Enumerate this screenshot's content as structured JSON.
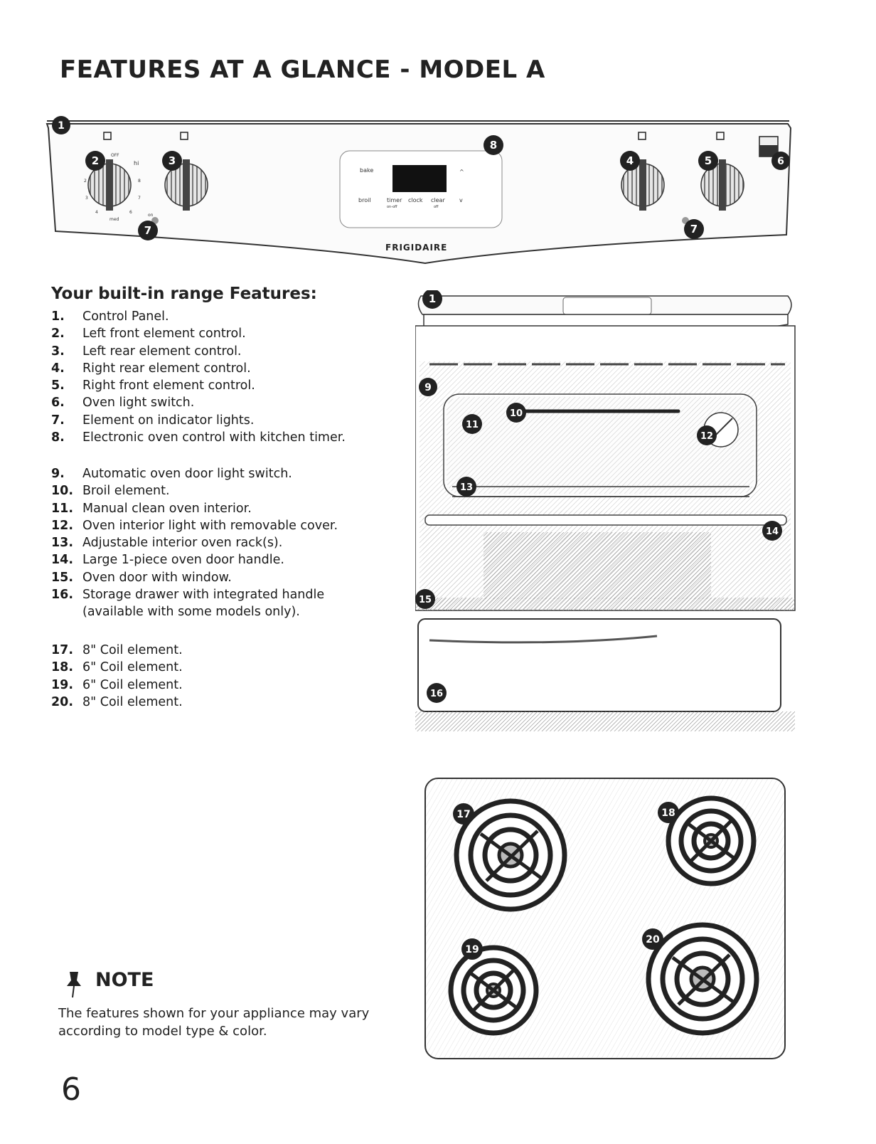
{
  "page": {
    "title": "FEATURES AT A GLANCE - MODEL A",
    "page_number": "6"
  },
  "control_panel": {
    "brand": "FRIGIDAIRE",
    "display_buttons": [
      "bake",
      "broil",
      "timer",
      "clock",
      "clear"
    ],
    "timer_sub": "on-off",
    "clear_sub": "off",
    "arrows": [
      "^",
      "v"
    ],
    "knob_labels": {
      "off": "OFF",
      "hi": "hi",
      "med": "med",
      "on": "on"
    },
    "knob_numbers": [
      "2",
      "3",
      "4",
      "6",
      "7",
      "8"
    ],
    "badges": [
      "1",
      "2",
      "3",
      "4",
      "5",
      "6",
      "7",
      "7",
      "8"
    ]
  },
  "features": {
    "heading": "Your built-in range Features:",
    "group1": [
      {
        "num": "1.",
        "text": "Control Panel."
      },
      {
        "num": "2.",
        "text": "Left front element control."
      },
      {
        "num": "3.",
        "text": "Left rear element control."
      },
      {
        "num": "4.",
        "text": "Right rear element control."
      },
      {
        "num": "5.",
        "text": "Right front element control."
      },
      {
        "num": "6.",
        "text": "Oven light switch."
      },
      {
        "num": "7.",
        "text": "Element on indicator lights."
      },
      {
        "num": "8.",
        "text": "Electronic oven control with kitchen timer."
      }
    ],
    "group2": [
      {
        "num": "9.",
        "text": "Automatic oven door light switch."
      },
      {
        "num": "10.",
        "text": "Broil element."
      },
      {
        "num": "11.",
        "text": "Manual clean oven interior."
      },
      {
        "num": "12.",
        "text": "Oven interior light with removable cover."
      },
      {
        "num": "13.",
        "text": "Adjustable interior oven rack(s)."
      },
      {
        "num": "14.",
        "text": "Large 1-piece oven door handle."
      },
      {
        "num": "15.",
        "text": "Oven door with window."
      },
      {
        "num": "16.",
        "text": "Storage drawer with integrated handle"
      },
      {
        "num": "",
        "text": "(available with some models only)."
      }
    ],
    "group3": [
      {
        "num": "17.",
        "text": "8\" Coil element."
      },
      {
        "num": "18.",
        "text": "6\" Coil element."
      },
      {
        "num": "19.",
        "text": "6\" Coil element."
      },
      {
        "num": "20.",
        "text": "8\" Coil element."
      }
    ]
  },
  "range_badges": [
    "1",
    "9",
    "10",
    "11",
    "12",
    "13",
    "14",
    "15",
    "16"
  ],
  "cooktop_badges": [
    "17",
    "18",
    "19",
    "20"
  ],
  "note": {
    "heading": "NOTE",
    "text": "The features shown for your appliance may vary according to model type & color."
  },
  "icons": [
    "pushpin-icon"
  ]
}
